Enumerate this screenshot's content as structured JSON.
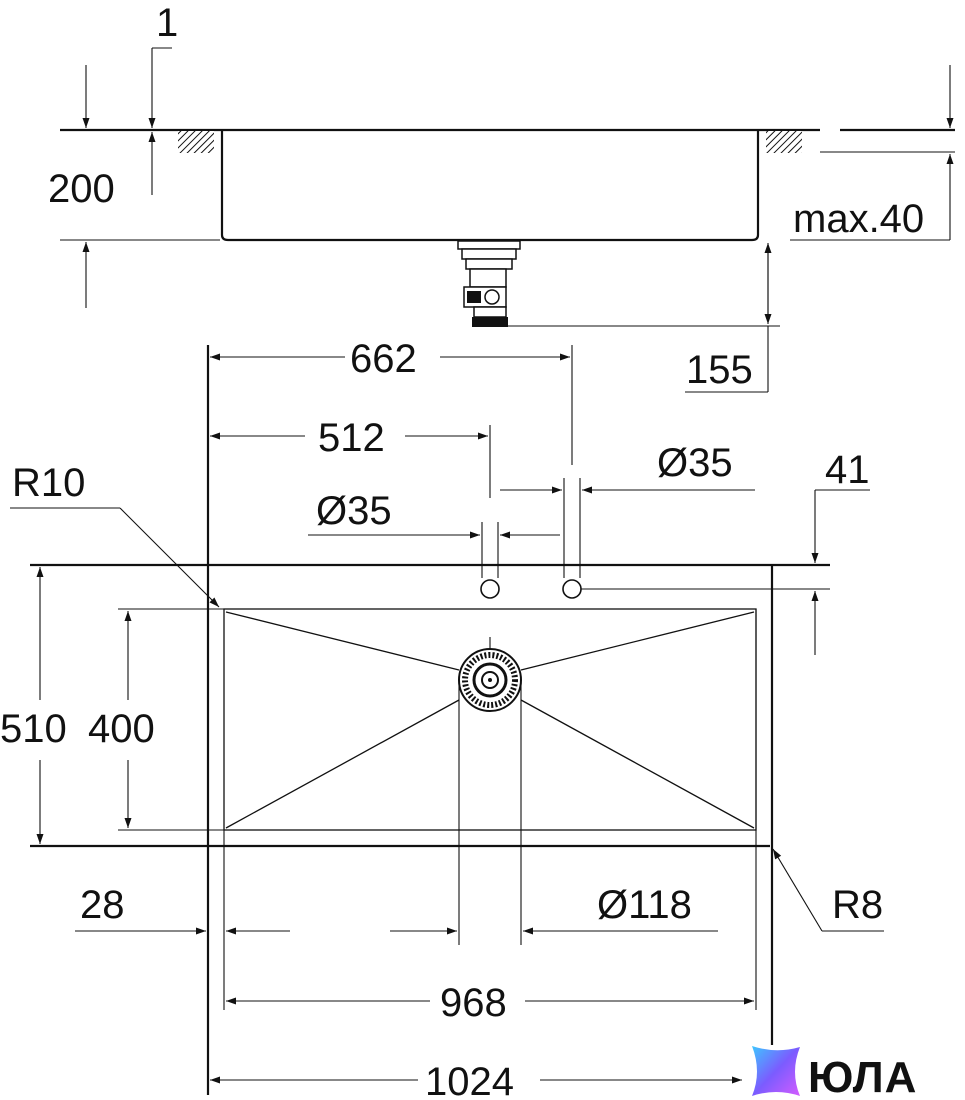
{
  "dimensions": {
    "rim_thickness": "1",
    "depth": "200",
    "max_counter_thickness": "max.40",
    "drain_height": "155",
    "tap_hole_2_offset": "662",
    "tap_hole_1_offset": "512",
    "tap_hole_2_diameter": "Ø35",
    "tap_hole_1_diameter": "Ø35",
    "tap_hole_to_edge": "41",
    "outer_corner_radius": "R10",
    "overall_depth": "510",
    "bowl_depth": "400",
    "side_rim": "28",
    "drain_diameter": "Ø118",
    "corner_radius_r8": "R8",
    "bowl_width": "968",
    "overall_width": "1024"
  },
  "brand": {
    "name": "ЮЛА",
    "colors": [
      "#3ec6ff",
      "#7b5cff",
      "#d45cff"
    ]
  }
}
